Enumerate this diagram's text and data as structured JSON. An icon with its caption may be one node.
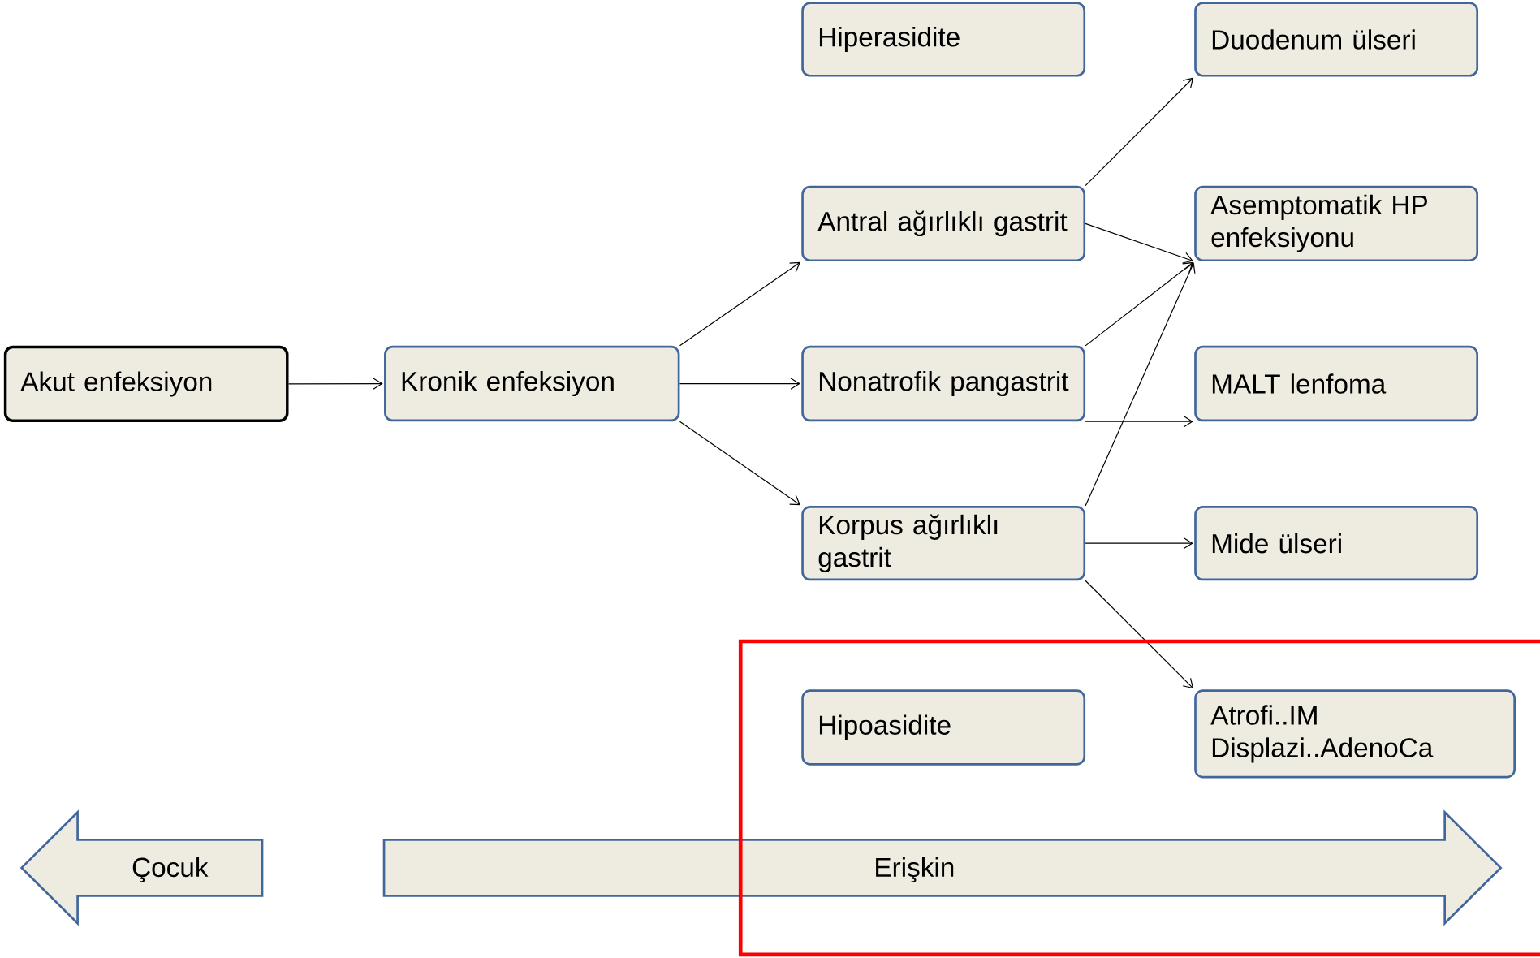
{
  "diagram": {
    "nodes": [
      {
        "text": [
          "Hiperasidite"
        ]
      },
      {
        "text": [
          "Duodenum ülseri"
        ]
      },
      {
        "text": [
          "Antral ağırlıklı gastrit"
        ]
      },
      {
        "text": [
          "Asemptomatik HP enfeksiyonu"
        ]
      },
      {
        "text": [
          "Akut enfeksiyon"
        ]
      },
      {
        "text": [
          "Kronik enfeksiyon"
        ]
      },
      {
        "text": [
          "Nonatrofik pangastrit"
        ]
      },
      {
        "text": [
          "MALT lenfoma"
        ]
      },
      {
        "text": [
          "Korpus ağırlıklı gastrit"
        ]
      },
      {
        "text": [
          "Mide ülseri"
        ]
      },
      {
        "text": [
          "Hipoasidite"
        ]
      },
      {
        "text": [
          "Atrofi..IM Displazi..AdenoCa"
        ]
      },
      {
        "text": [
          "Çocuk"
        ]
      },
      {
        "text": [
          "Erişkin"
        ]
      }
    ],
    "edges": [
      {
        "from": 4,
        "to": 5,
        "arrow": "to"
      },
      {
        "from": 5,
        "to": 2,
        "arrow": "to"
      },
      {
        "from": 5,
        "to": 6,
        "arrow": "to"
      },
      {
        "from": 5,
        "to": 8,
        "arrow": "to"
      },
      {
        "from": 2,
        "to": 1,
        "arrow": "to"
      },
      {
        "from": 2,
        "to": 3,
        "arrow": "to"
      },
      {
        "from": 6,
        "to": 3,
        "arrow": "to"
      },
      {
        "from": 6,
        "to": 7,
        "arrow": "to"
      },
      {
        "from": 8,
        "to": 3,
        "arrow": "to"
      },
      {
        "from": 8,
        "to": 9,
        "arrow": "to"
      },
      {
        "from": 8,
        "to": 11,
        "arrow": "to"
      }
    ]
  }
}
